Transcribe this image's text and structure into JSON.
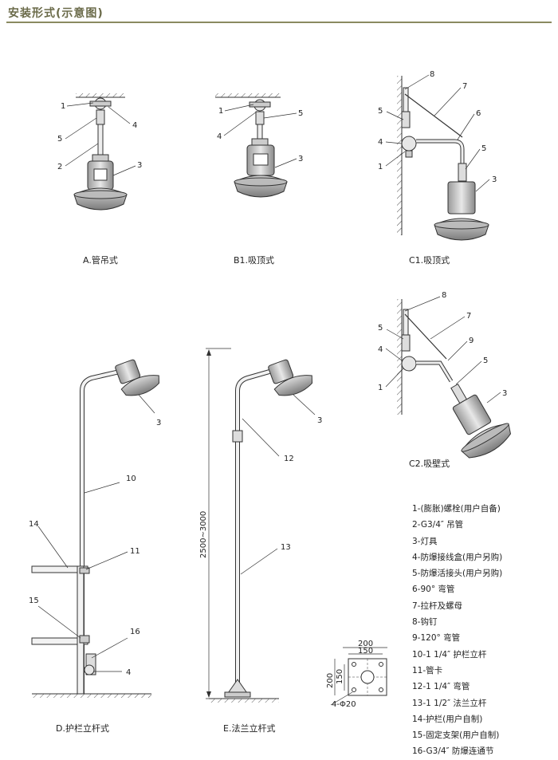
{
  "header": {
    "title": "安装形式(示意图)"
  },
  "figures": {
    "A": {
      "caption": "A.管吊式",
      "callouts": [
        "1",
        "4",
        "5",
        "2",
        "3"
      ]
    },
    "B1": {
      "caption": "B1.吸顶式",
      "callouts": [
        "1",
        "5",
        "4",
        "3"
      ]
    },
    "C1": {
      "caption": "C1.吸顶式",
      "callouts": [
        "8",
        "7",
        "5",
        "6",
        "4",
        "1",
        "5",
        "3"
      ]
    },
    "C2": {
      "caption": "C2.吸壁式",
      "callouts": [
        "8",
        "7",
        "5",
        "9",
        "4",
        "1",
        "5",
        "3"
      ]
    },
    "D": {
      "caption": "D.护栏立杆式",
      "callouts": [
        "3",
        "10",
        "14",
        "11",
        "15",
        "16",
        "4"
      ]
    },
    "E": {
      "caption": "E.法兰立杆式",
      "callouts": [
        "3",
        "12",
        "13"
      ],
      "height_dim": "2500~3000"
    },
    "flange": {
      "dim_outer": "200",
      "dim_inner": "150",
      "holes": "4-Φ20"
    }
  },
  "legend": [
    "1-(膨胀)螺栓(用户自备)",
    "2-G3/4″ 吊管",
    "3-灯具",
    "4-防爆接线盒(用户另购)",
    "5-防爆活接头(用户另购)",
    "6-90° 弯管",
    "7-拉杆及螺母",
    "8-钩钉",
    "9-120° 弯管",
    "10-1 1/4″ 护栏立杆",
    "11-管卡",
    "12-1 1/4″ 弯管",
    "13-1 1/2″ 法兰立杆",
    "14-护栏(用户自制)",
    "15-固定支架(用户自制)",
    "16-G3/4″ 防爆连通节"
  ]
}
